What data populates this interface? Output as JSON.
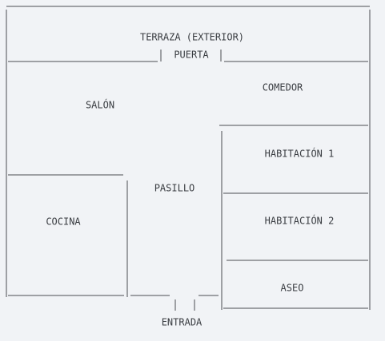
{
  "rooms": {
    "terraza": "TERRAZA (EXTERIOR)",
    "puerta": "PUERTA",
    "comedor": "COMEDOR",
    "salon": "SALÓN",
    "habitacion1": "HABITACIÓN 1",
    "pasillo": "PASILLO",
    "cocina": "COCINA",
    "habitacion2": "HABITACIÓN 2",
    "aseo": "ASEO",
    "entrada": "ENTRADA"
  },
  "colors": {
    "background": "#f1f3f6",
    "line": "#4a4d52",
    "text": "#3a3d42"
  }
}
